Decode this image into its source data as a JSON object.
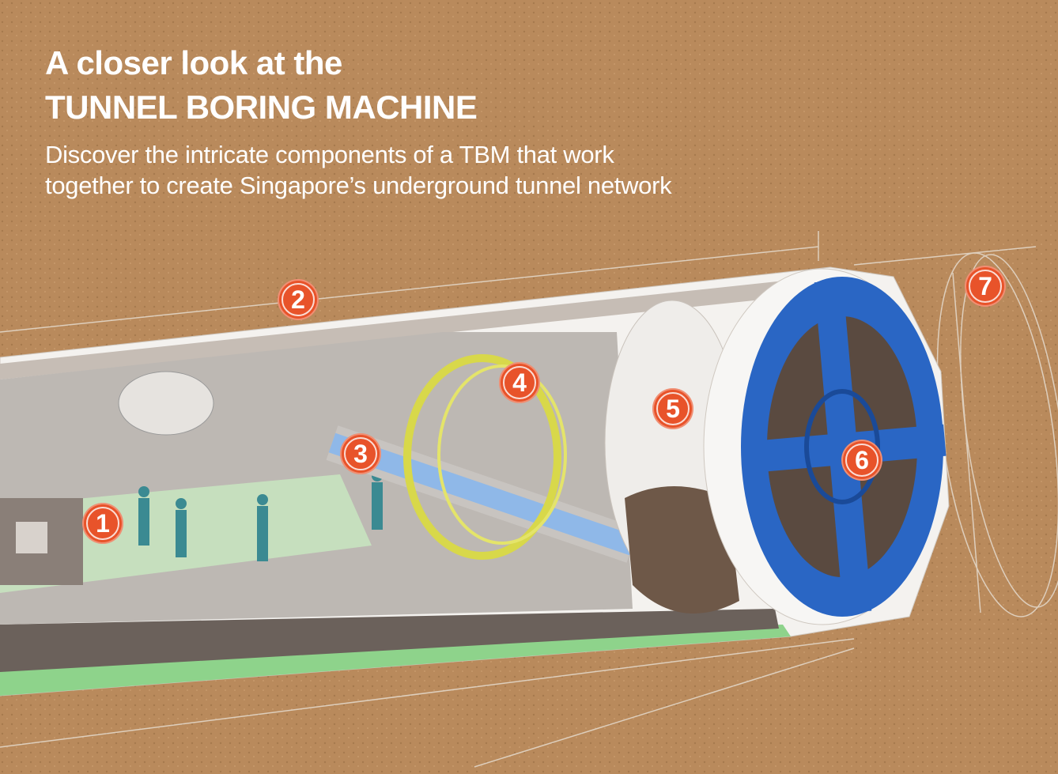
{
  "header": {
    "title_line1": "A closer look at the",
    "title_line2": "TUNNEL BORING MACHINE",
    "subtitle_line1": "Discover the intricate components of a TBM that work",
    "subtitle_line2": "together to create Singapore’s underground tunnel network"
  },
  "markers": [
    {
      "label": "1"
    },
    {
      "label": "2"
    },
    {
      "label": "3"
    },
    {
      "label": "4"
    },
    {
      "label": "5"
    },
    {
      "label": "6"
    },
    {
      "label": "7"
    }
  ],
  "colors": {
    "soil": "#b98a5c",
    "marker": "#e8532a",
    "cutterhead": "#2a66c4",
    "erector": "#d8d84a",
    "conveyor": "#8fb8e8",
    "floor": "#9fd59a"
  }
}
